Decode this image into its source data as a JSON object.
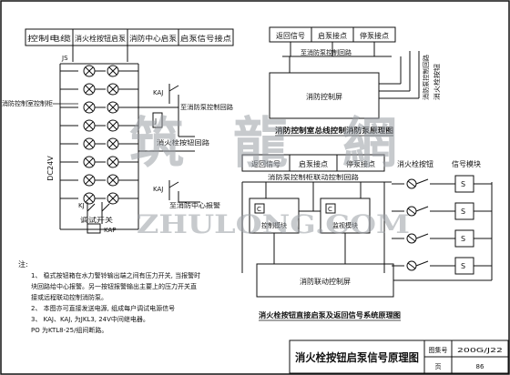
{
  "left": {
    "header": [
      "控制电缆",
      "消火栓按钮启泵",
      "消防中心启泵",
      "启泵信号接点"
    ],
    "bus_label": "JS",
    "panel_label": "消防控制室控制柜",
    "kaj_label": "KAJ",
    "feedback_label": "至消防泵控制回路",
    "button_loop_label": "消火栓按钮回路",
    "center_alarm_label": "至消防中心报警",
    "ka_label": "KAJ",
    "kj_label": "KJ",
    "test_switch_label": "调试开关",
    "kap_label": "KAP",
    "dc_label": "DC24V",
    "j_label": "J"
  },
  "top_right": {
    "header": [
      "返回信号",
      "启泵接点",
      "停泵接点"
    ],
    "hub_label": "至消防泵控制回路",
    "panel_label": "消防控制屏",
    "side_labels": [
      "消防泵控制回路",
      "消火栓按钮"
    ],
    "caption": "消防控制室总线控制消防泵原理图"
  },
  "bottom_right": {
    "header": [
      "返回信号",
      "启泵接点",
      "停泵接点"
    ],
    "band_label": "消防泵控制柜联动控制回路",
    "module_c": "C",
    "module_left": "控制模块",
    "module_right": "监视模块",
    "panel_label": "消防联动控制屏",
    "button_col_label": "消火栓按钮",
    "signal_col_label": "信号模块",
    "signal_box": "S",
    "caption": "消火栓按钮直接启泵及返回信号系统原理图"
  },
  "notes": {
    "heading": "注:",
    "lines": [
      "1、 稳式按钮箱在水力警铃输出端之间有压力开关, 当报警时",
      "块回路给中心报警。另一按钮报警输出主要上的压力开关直",
      "接或远程联动控制消防泵。",
      "2、 本图亦可直接发送电源, 组成每户调试电源信号",
      "3、 KAJ、KAJ, 为JKL3, 24V中间继电器。",
      "PO 为KTL8-25/组间断路。"
    ]
  },
  "title_block": {
    "title": "消火栓按钮启泵信号原理图",
    "atlas_label": "图集号",
    "atlas_no": "200G/J22",
    "page_label": "页",
    "page_no": "86"
  },
  "watermark": {
    "chars": [
      "筑",
      "龍",
      "網"
    ],
    "latin": "ZHULONG.COM"
  }
}
